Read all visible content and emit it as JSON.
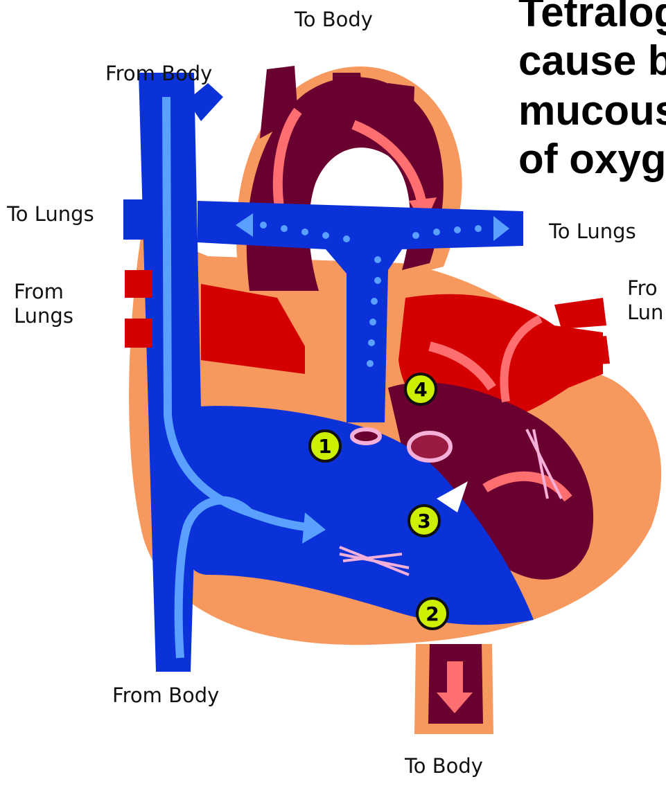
{
  "title_lines": [
    "Tetralog",
    "cause b",
    "mucous",
    "of oxyge"
  ],
  "labels": {
    "to_body_top": "To Body",
    "from_body_top": "From Body",
    "to_lungs_left": "To Lungs",
    "to_lungs_right": "To Lungs",
    "from_lungs_left_1": "From",
    "from_lungs_left_2": "Lungs",
    "from_lungs_right_1": "Fro",
    "from_lungs_right_2": "Lun",
    "from_body_bottom": "From Body",
    "to_body_bottom": "To Body"
  },
  "markers": [
    "1",
    "2",
    "3",
    "4"
  ],
  "colors": {
    "deoxygenated": "#0a32d8",
    "oxygenated": "#d40000",
    "aorta": "#6a0030",
    "tissue": "#f7985e",
    "arrow_light": "#ff6f6f",
    "arrow_blue": "#5aa0ff",
    "marker": "#ccf000"
  }
}
